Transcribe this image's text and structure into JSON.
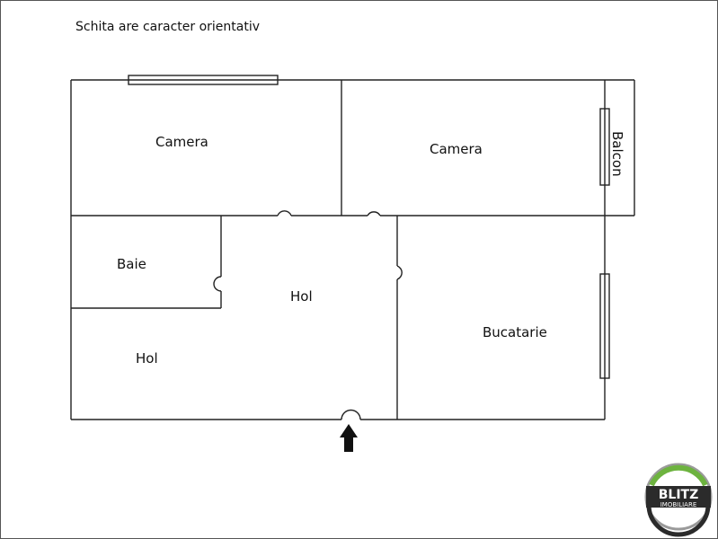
{
  "note": "Schita are caracter orientativ",
  "rooms": {
    "camera_1": "Camera",
    "camera_2": "Camera",
    "balcon": "Balcon",
    "baie": "Baie",
    "hol_center": "Hol",
    "hol_left": "Hol",
    "bucatarie": "Bucatarie"
  },
  "logo": {
    "name": "BLITZ",
    "subtitle": "IMOBILIARE"
  },
  "colors": {
    "wall": "#222222",
    "logo_ring_green": "#6db33f",
    "logo_ring_gray": "#9a9a9a",
    "logo_dark": "#2b2b2b"
  }
}
